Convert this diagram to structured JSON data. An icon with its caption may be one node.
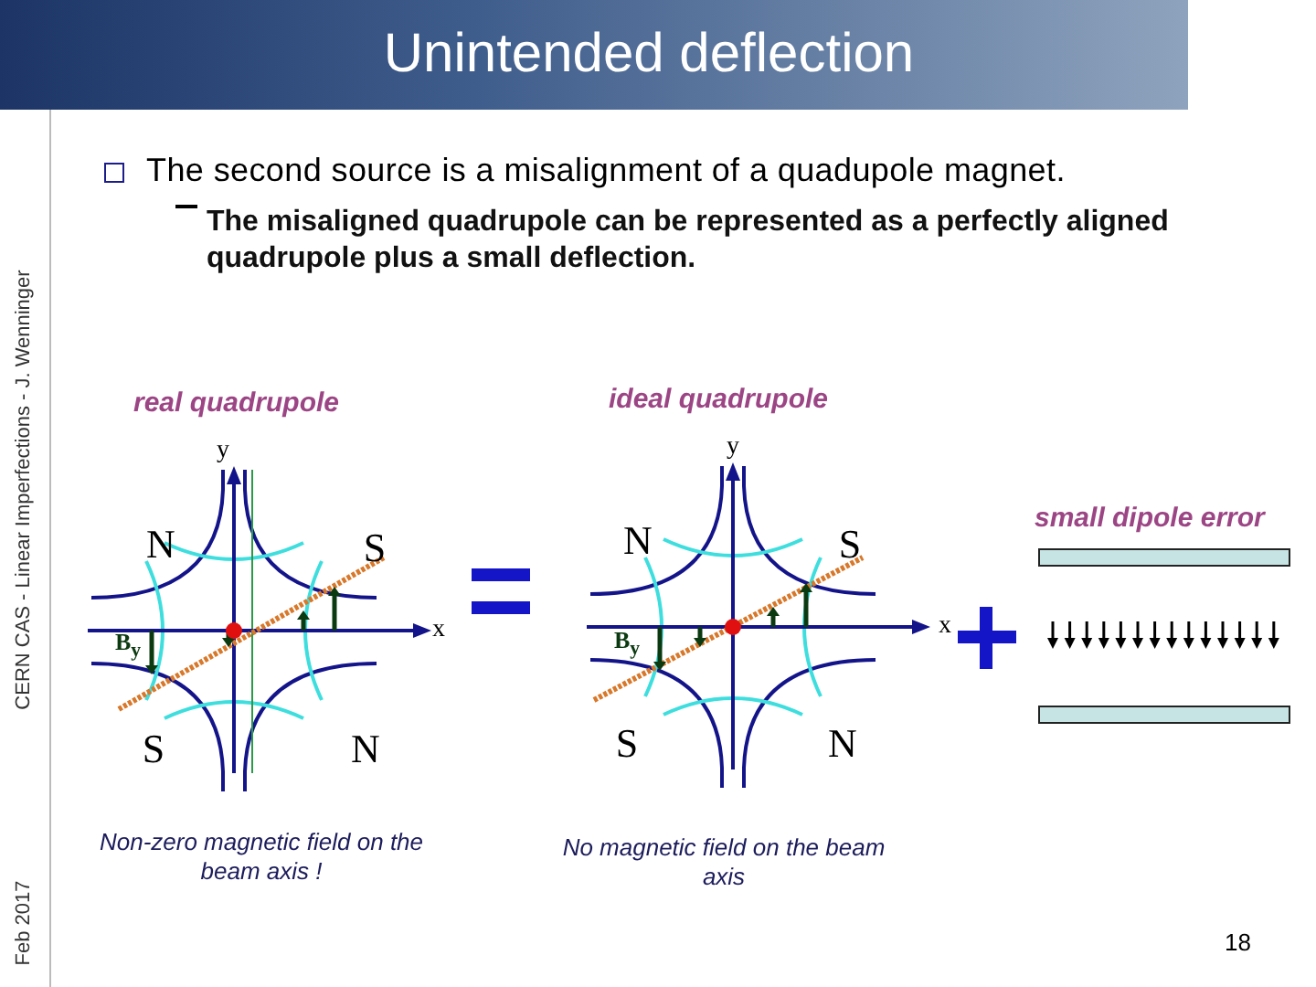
{
  "diagram": {
    "title": "Unintended deflection",
    "labels": [
      "CERN CAS - Linear Imperfections - J. Wenninger",
      "Feb 2017",
      "The second source is a misalignment of a quadupole magnet.",
      "The misaligned quadrupole can be represented as a perfectly aligned quadrupole plus a small deflection.",
      "real quadrupole",
      "ideal quadrupole",
      "small dipole error",
      "y",
      "N",
      "S",
      "x",
      "B$_{y}$",
      "S",
      "N",
      "y",
      "N",
      "S",
      "x",
      "B$_{y}$",
      "S",
      "N",
      "Non-zero magnetic field on the beam axis !",
      "No magnetic field on the beam axis",
      "18"
    ]
  }
}
